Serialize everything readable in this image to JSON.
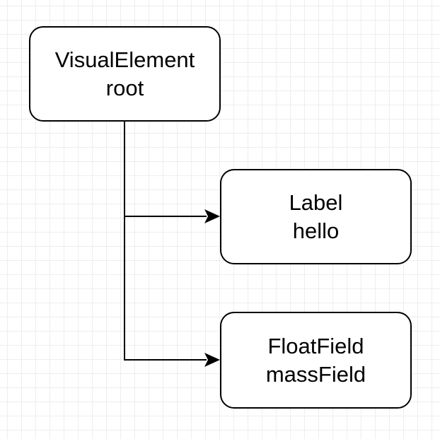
{
  "nodes": [
    {
      "id": "root",
      "type_label": "VisualElement",
      "name_label": "root"
    },
    {
      "id": "label",
      "type_label": "Label",
      "name_label": "hello"
    },
    {
      "id": "float",
      "type_label": "FloatField",
      "name_label": "massField"
    }
  ],
  "edges": [
    {
      "from": "root",
      "to": "label"
    },
    {
      "from": "root",
      "to": "float"
    }
  ],
  "colors": {
    "background": "#ffffff",
    "grid": "#e6e6e6",
    "stroke": "#000000",
    "text": "#000000"
  }
}
